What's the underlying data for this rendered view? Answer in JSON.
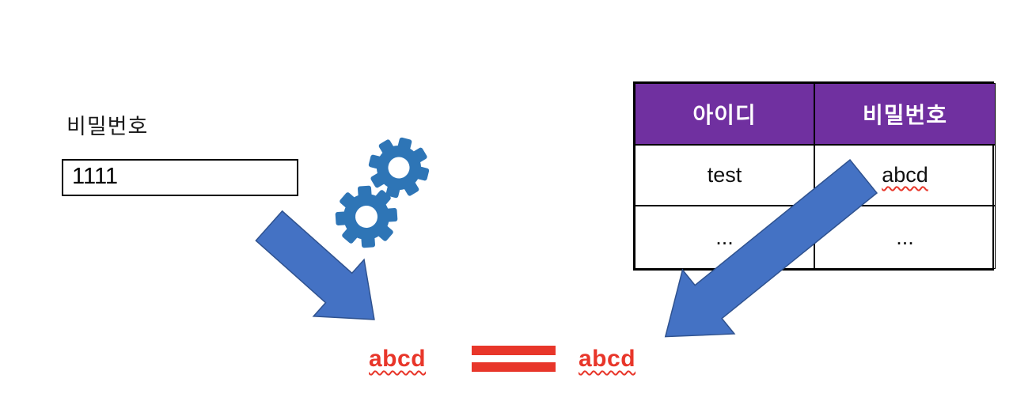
{
  "colors": {
    "arrow_fill": "#4472C4",
    "arrow_stroke": "#2F528F",
    "gear_color": "#2E75B6",
    "header_bg": "#7030A0",
    "header_fg": "#ffffff",
    "red": "#E8362A"
  },
  "password_form": {
    "label": "비밀번호",
    "input_value": "1111"
  },
  "process": {
    "gears_icon": "gears-icon",
    "left_arrow_icon": "arrow-down-right-icon",
    "right_arrow_icon": "arrow-down-left-icon"
  },
  "db_table": {
    "headers": [
      "아이디",
      "비밀번호"
    ],
    "rows": [
      [
        "test",
        "abcd"
      ],
      [
        "...",
        "..."
      ]
    ]
  },
  "comparison": {
    "left_value": "abcd",
    "operator": "=",
    "right_value": "abcd"
  }
}
